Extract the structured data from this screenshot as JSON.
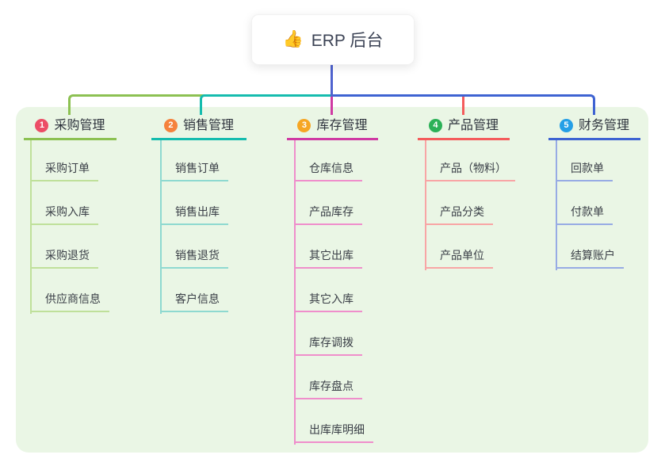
{
  "root": {
    "icon": "👍",
    "label": "ERP 后台"
  },
  "branches": [
    {
      "index": "1",
      "label": "采购管理",
      "badge_color": "#ec4d66",
      "line_color": "#8cc152",
      "light_color": "#bfe09a",
      "children": [
        "采购订单",
        "采购入库",
        "采购退货",
        "供应商信息"
      ]
    },
    {
      "index": "2",
      "label": "销售管理",
      "badge_color": "#f5823c",
      "line_color": "#15bcae",
      "light_color": "#8ed9d0",
      "children": [
        "销售订单",
        "销售出库",
        "销售退货",
        "客户信息"
      ]
    },
    {
      "index": "3",
      "label": "库存管理",
      "badge_color": "#f6a623",
      "line_color": "#cf3aa3",
      "light_color": "#ef8ecb",
      "children": [
        "仓库信息",
        "产品库存",
        "其它出库",
        "其它入库",
        "库存调拨",
        "库存盘点",
        "出库库明细"
      ]
    },
    {
      "index": "4",
      "label": "产品管理",
      "badge_color": "#2bb157",
      "line_color": "#f45c5c",
      "light_color": "#f8a5a5",
      "children": [
        "产品（物料）",
        "产品分类",
        "产品单位"
      ]
    },
    {
      "index": "5",
      "label": "财务管理",
      "badge_color": "#259fe6",
      "line_color": "#3e63d2",
      "light_color": "#97abe4",
      "children": [
        "回款单",
        "付款单",
        "结算账户"
      ]
    }
  ],
  "colors": {
    "panel_bg": "#eaf6e5",
    "root_line": "#4f63cf",
    "root_text": "#3b4254",
    "title_text": "#2e333d",
    "child_text": "#3a3f47"
  }
}
